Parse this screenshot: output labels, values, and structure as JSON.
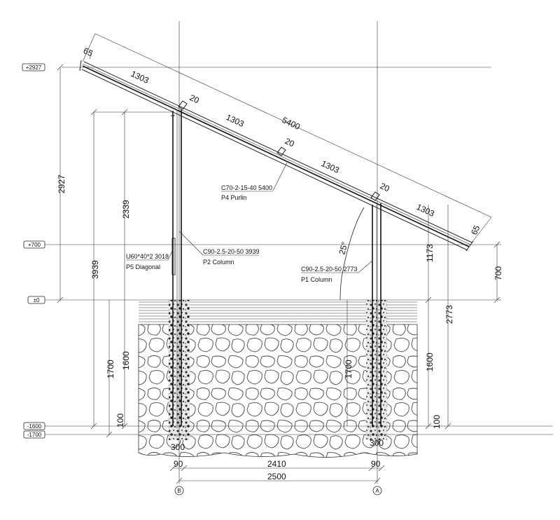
{
  "levels": {
    "top": "+2927",
    "mid": "+700",
    "zero": "±0",
    "m1600": "-1600",
    "m1700": "-1700"
  },
  "dims": {
    "d65a": "65",
    "d1303a": "1303",
    "d20a": "20",
    "d1303b": "1303",
    "d5400": "5400",
    "d20b": "20",
    "d1303c": "1303",
    "d20c": "20",
    "d1303d": "1303",
    "d65b": "65",
    "left2927": "2927",
    "left2339": "2339",
    "left3939": "3939",
    "left1700": "1700",
    "left1600": "1600",
    "left100": "100",
    "right1173": "1173",
    "right700": "700",
    "right2773": "2773",
    "right1600": "1600",
    "right100": "100",
    "mid1700": "1700",
    "foot300a": "300",
    "foot300b": "300",
    "b90a": "90",
    "b2410": "2410",
    "b90b": "90",
    "b2500": "2500",
    "angle": "25°"
  },
  "labels": {
    "p4spec": "C70-2-15-40   5400",
    "p4name": "P4  Purlin",
    "p2spec": "C90-2.5-20-50   3939",
    "p2name": "P2  Column",
    "p5spec": "U60*40*2   3018",
    "p5name": "P5  Diagonal",
    "p1spec": "C90-2.5-20-50   2773",
    "p1name": "P1  Column"
  },
  "axes": {
    "left": "B",
    "right": "A"
  }
}
